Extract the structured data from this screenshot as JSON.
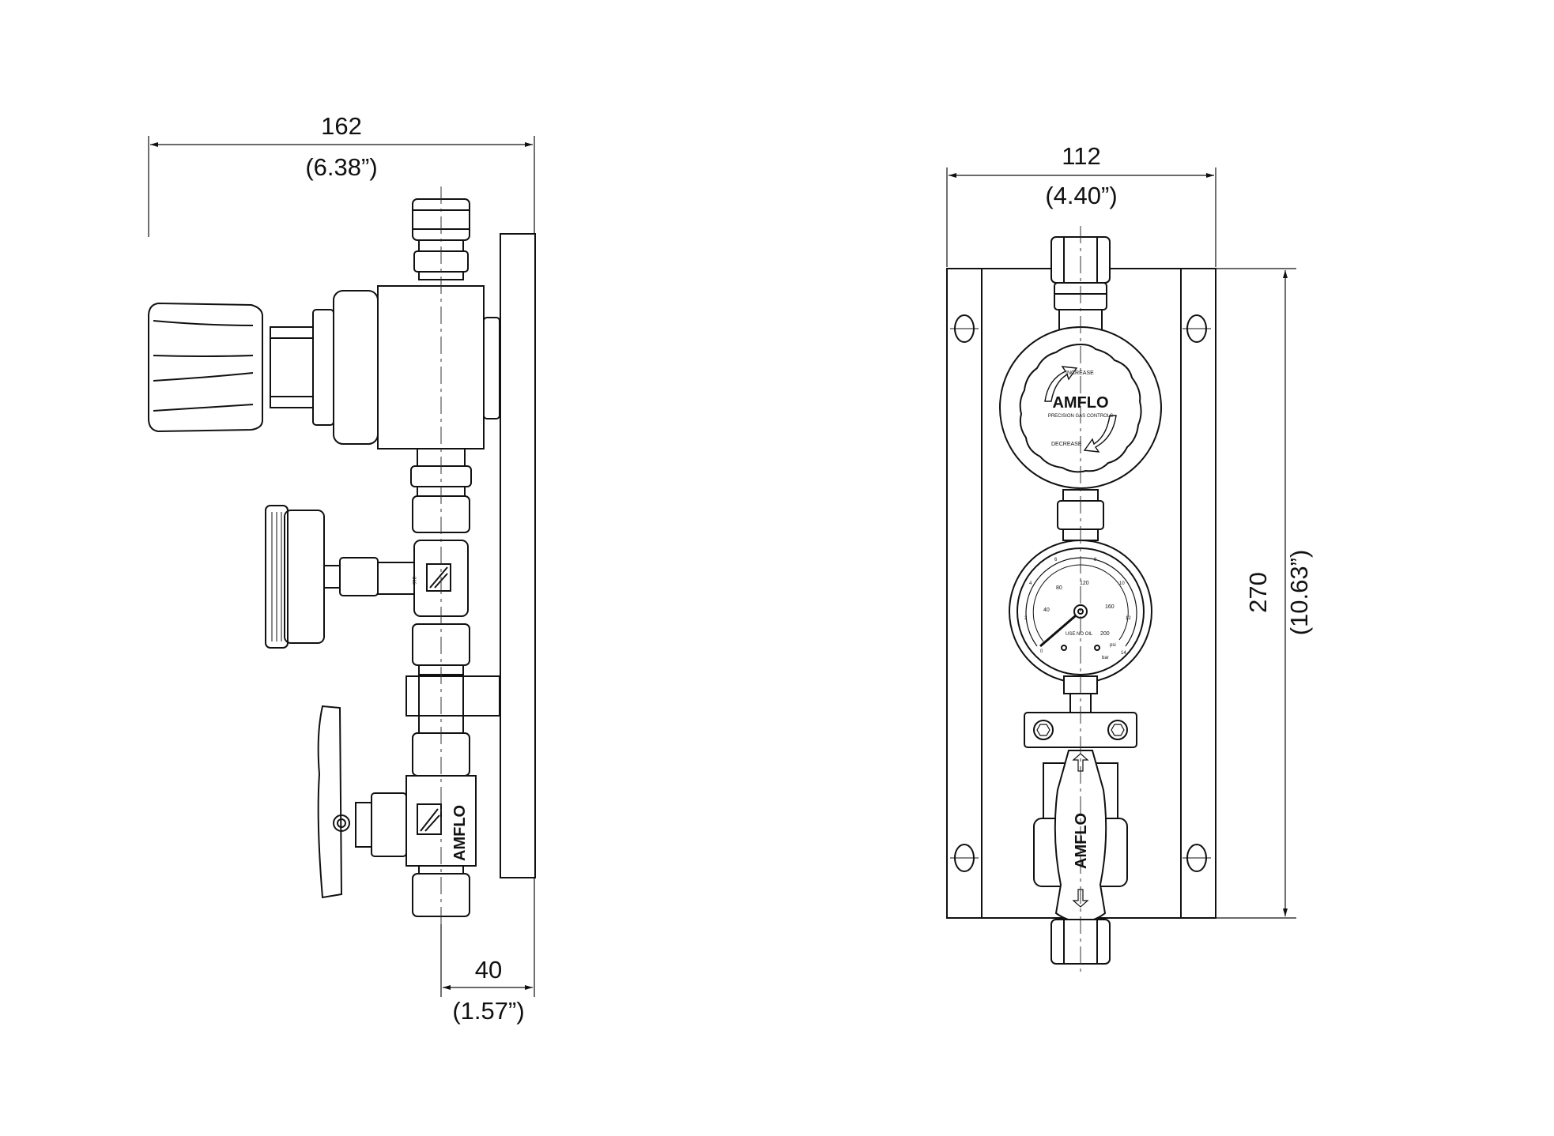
{
  "side_view": {
    "width_dim": {
      "mm": "162",
      "inch": "(6.38”)"
    },
    "depth_dim": {
      "mm": "40",
      "inch": "(1.57”)"
    },
    "tee_mark": "316",
    "valve_brand": "AMFLO"
  },
  "front_view": {
    "width_dim": {
      "mm": "112",
      "inch": "(4.40”)"
    },
    "height_dim": {
      "mm": "270",
      "inch": "(10.63”)"
    },
    "regulator_knob": {
      "brand": "AMFLO",
      "tagline": "PRECISION GAS CONTROLS",
      "increase_label": "INCREASE",
      "decrease_label": "DECREASE"
    },
    "gauge": {
      "psi_scale": [
        "40",
        "80",
        "120",
        "160",
        "200"
      ],
      "bar_scale": [
        "2",
        "4",
        "6",
        "8",
        "10",
        "12",
        "14"
      ],
      "zero_label": "0",
      "note": "USE NO OIL",
      "unit_psi": "psi",
      "unit_bar": "bar"
    },
    "valve_brand": "AMFLO"
  },
  "colors": {
    "line": "#111111",
    "background": "#ffffff",
    "centerline": "#333333"
  }
}
